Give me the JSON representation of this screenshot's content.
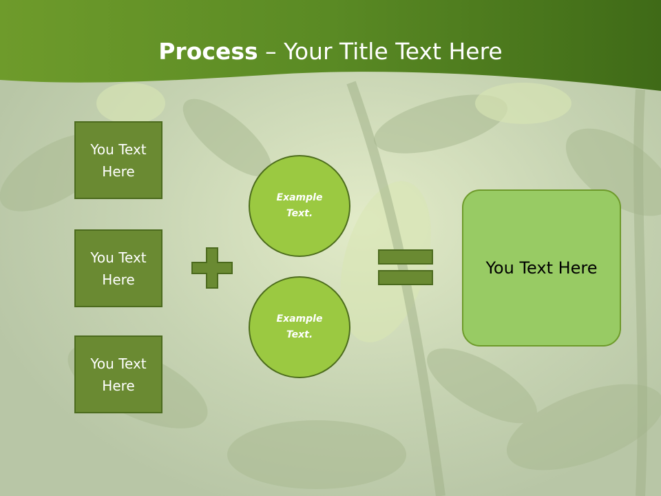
{
  "title": {
    "bold": "Process",
    "separator": " – ",
    "rest": "Your Title Text Here"
  },
  "left_boxes": [
    {
      "label": "You Text Here"
    },
    {
      "label": "You Text Here"
    },
    {
      "label": "You Text Here"
    }
  ],
  "circles": [
    {
      "label": "Example Text."
    },
    {
      "label": "Example Text."
    }
  ],
  "result": {
    "label": "You Text Here"
  },
  "icons": [
    "plus-icon",
    "equals-icon"
  ],
  "colors": {
    "header_green": "#4f7a1e",
    "box_fill": "#6a8a32",
    "circle_fill": "#9bc941",
    "result_fill": "#98cb64",
    "operator_fill": "#6a8a32"
  }
}
